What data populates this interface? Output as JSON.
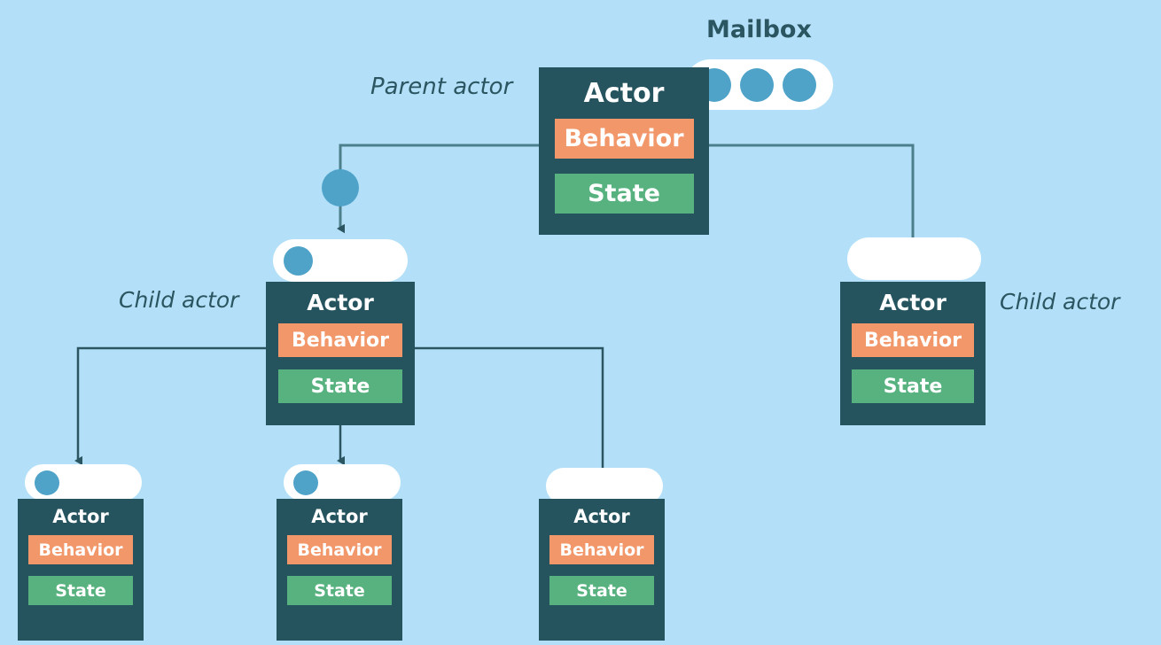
{
  "diagram": {
    "title_label": "Mailbox",
    "background_color": "#b3e0f8",
    "actor_color": "#25545f",
    "behavior_color": "#f2976a",
    "state_color": "#57b27f",
    "message_color": "#4fa3c8",
    "mailbox_color": "#ffffff",
    "wire_color": "#4c7f8c",
    "labels": {
      "parent_actor": "Parent actor",
      "child_actor_left": "Child actor",
      "child_actor_right": "Child actor"
    },
    "actors": [
      {
        "id": "parent",
        "title": "Actor",
        "behavior": "Behavior",
        "state": "State",
        "mailbox_messages": 3,
        "role": "Parent actor"
      },
      {
        "id": "child-left",
        "title": "Actor",
        "behavior": "Behavior",
        "state": "State",
        "mailbox_messages": 1,
        "role": "Child actor"
      },
      {
        "id": "child-right",
        "title": "Actor",
        "behavior": "Behavior",
        "state": "State",
        "mailbox_messages": 0,
        "role": "Child actor"
      },
      {
        "id": "grandchild-1",
        "title": "Actor",
        "behavior": "Behavior",
        "state": "State",
        "mailbox_messages": 1,
        "role": ""
      },
      {
        "id": "grandchild-2",
        "title": "Actor",
        "behavior": "Behavior",
        "state": "State",
        "mailbox_messages": 1,
        "role": ""
      },
      {
        "id": "grandchild-3",
        "title": "Actor",
        "behavior": "Behavior",
        "state": "State",
        "mailbox_messages": 0,
        "role": ""
      }
    ],
    "messages_in_transit": 1
  }
}
